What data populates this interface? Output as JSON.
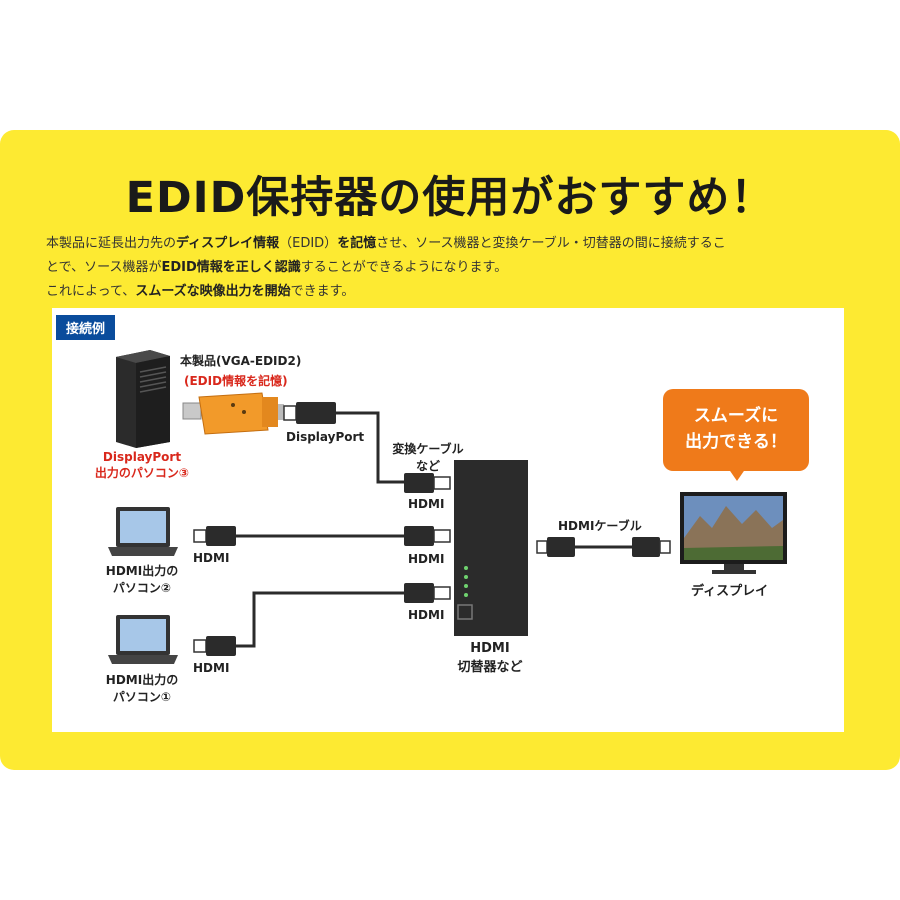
{
  "title": "EDID保持器の使用がおすすめ！",
  "description": {
    "line1": [
      {
        "t": "本製品に延長出力先の",
        "b": false
      },
      {
        "t": "ディスプレイ情報",
        "b": true
      },
      {
        "t": "（EDID）",
        "b": false
      },
      {
        "t": "を記憶",
        "b": true
      },
      {
        "t": "させ、ソース機器と変換ケーブル・切替器の間に接続するこ",
        "b": false
      }
    ],
    "line2": [
      {
        "t": "とで、ソース機器が",
        "b": false
      },
      {
        "t": "EDID情報を正しく認識",
        "b": true
      },
      {
        "t": "することができるようになります。",
        "b": false
      }
    ],
    "line3": [
      {
        "t": "これによって、",
        "b": false
      },
      {
        "t": "スムーズな映像出力を開始",
        "b": true
      },
      {
        "t": "できます。",
        "b": false
      }
    ]
  },
  "section_tag": "接続例",
  "labels": {
    "product": "本製品(VGA-EDID2)",
    "product_note": "(EDID情報を記憶)",
    "displayport": "DisplayPort",
    "dp_pc_line1": "DisplayPort",
    "dp_pc_line2": "出力のパソコン③",
    "conv_line1": "変換ケーブル",
    "conv_line2": "など",
    "hdmi_in1": "HDMI",
    "hdmi_in2": "HDMI",
    "hdmi_in3": "HDMI",
    "hdmi_pc2_plug": "HDMI",
    "hdmi_pc1_plug": "HDMI",
    "pc2_line1": "HDMI出力の",
    "pc2_line2": "パソコン②",
    "pc1_line1": "HDMI出力の",
    "pc1_line2": "パソコン①",
    "switch_line1": "HDMI",
    "switch_line2": "切替器など",
    "hdmi_cable": "HDMIケーブル",
    "display": "ディスプレイ"
  },
  "callout": {
    "line1": "スムーズに",
    "line2": "出力できる！"
  },
  "colors": {
    "panel": "#fdea32",
    "accent_orange": "#ef7a1a",
    "accent_red": "#d9281c",
    "tag_blue": "#0a4c9c",
    "device_dark": "#2b2b2b"
  }
}
